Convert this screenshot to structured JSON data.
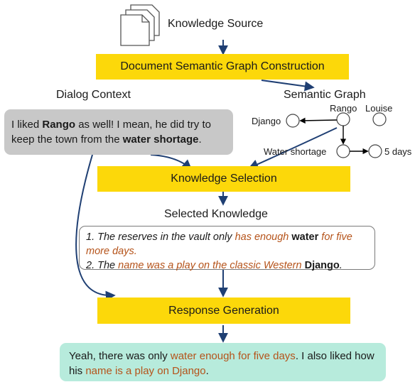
{
  "knowledge_source_label": "Knowledge Source",
  "construction_box": "Document Semantic Graph Construction",
  "dialog_context_label": "Dialog Context",
  "semantic_graph_label": "Semantic Graph",
  "dialog_context": {
    "p1": "I liked ",
    "b1": "Rango",
    "p2": " as well! I mean, he did try to keep the town from the ",
    "b2": "water shortage",
    "p3": "."
  },
  "graph_nodes": {
    "rango": "Rango",
    "louise": "Louise",
    "django": "Django",
    "water_shortage": "Water shortage",
    "five_days": "5 days"
  },
  "selection_box": "Knowledge Selection",
  "selected_knowledge_label": "Selected Knowledge",
  "selected_knowledge": {
    "k1_a": "1. The reserves in the vault only ",
    "k1_h1": "has enough ",
    "k1_b": "water",
    "k1_h2": " for five more days.",
    "k2_a": "2. The ",
    "k2_h": "name was a play on the classic Western ",
    "k2_b": "Django",
    "k2_c": "."
  },
  "generation_box": "Response Generation",
  "response": {
    "p1": "Yeah, there was only ",
    "h1": "water enough for five days",
    "p2": ". I also liked how his ",
    "h2": "name is a play on Django",
    "p3": "."
  },
  "colors": {
    "yellow": "#fcd80a",
    "arrow": "#1f3f73",
    "highlight": "#b5531a",
    "context_bg": "#c8c8c8",
    "response_bg": "#b7ebdc"
  }
}
